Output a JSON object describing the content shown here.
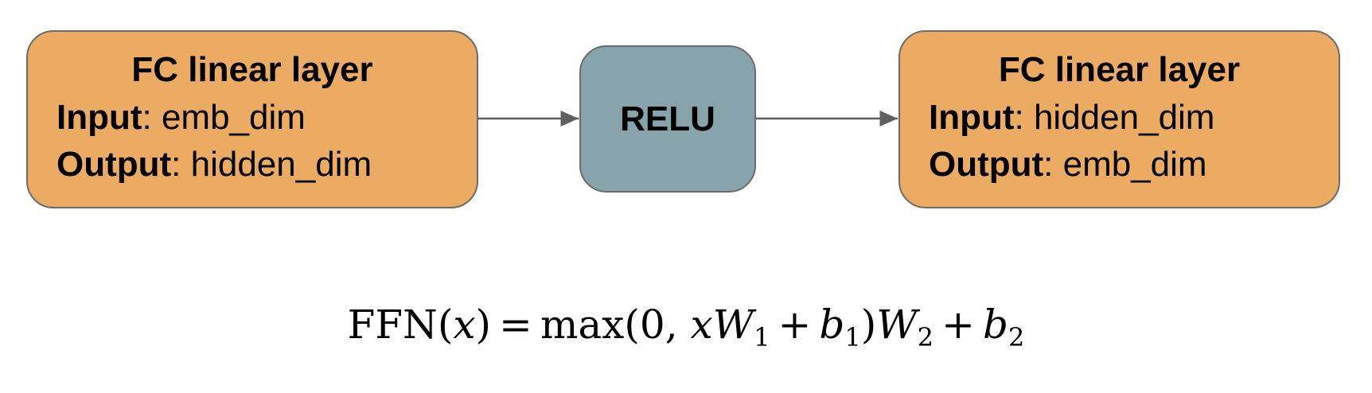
{
  "diagram": {
    "nodes": [
      {
        "id": "fc1",
        "title": "FC linear layer",
        "input_key": "Input",
        "input_value": ": emb_dim",
        "output_key": "Output",
        "output_value": ": hidden_dim",
        "color": "#ebab62"
      },
      {
        "id": "relu",
        "title": "RELU",
        "color": "#87a4ad"
      },
      {
        "id": "fc2",
        "title": "FC linear layer",
        "input_key": "Input",
        "input_value": ": hidden_dim",
        "output_key": "Output",
        "output_value": ": emb_dim",
        "color": "#ebab62"
      }
    ],
    "edges": [
      {
        "from": "fc1",
        "to": "relu"
      },
      {
        "from": "relu",
        "to": "fc2"
      }
    ],
    "edge_color": "#5f5f5f"
  },
  "formula": {
    "fn": "FFN",
    "open_paren": "(",
    "arg": "x",
    "close_paren": ")",
    "equals": "=",
    "max_open": "max(0,",
    "x": "x",
    "W1": "W",
    "W1_sub": "1",
    "plus1": "+",
    "b1": "b",
    "b1_sub": "1",
    "close": ")",
    "W2": "W",
    "W2_sub": "2",
    "plus2": "+",
    "b2": "b",
    "b2_sub": "2"
  }
}
